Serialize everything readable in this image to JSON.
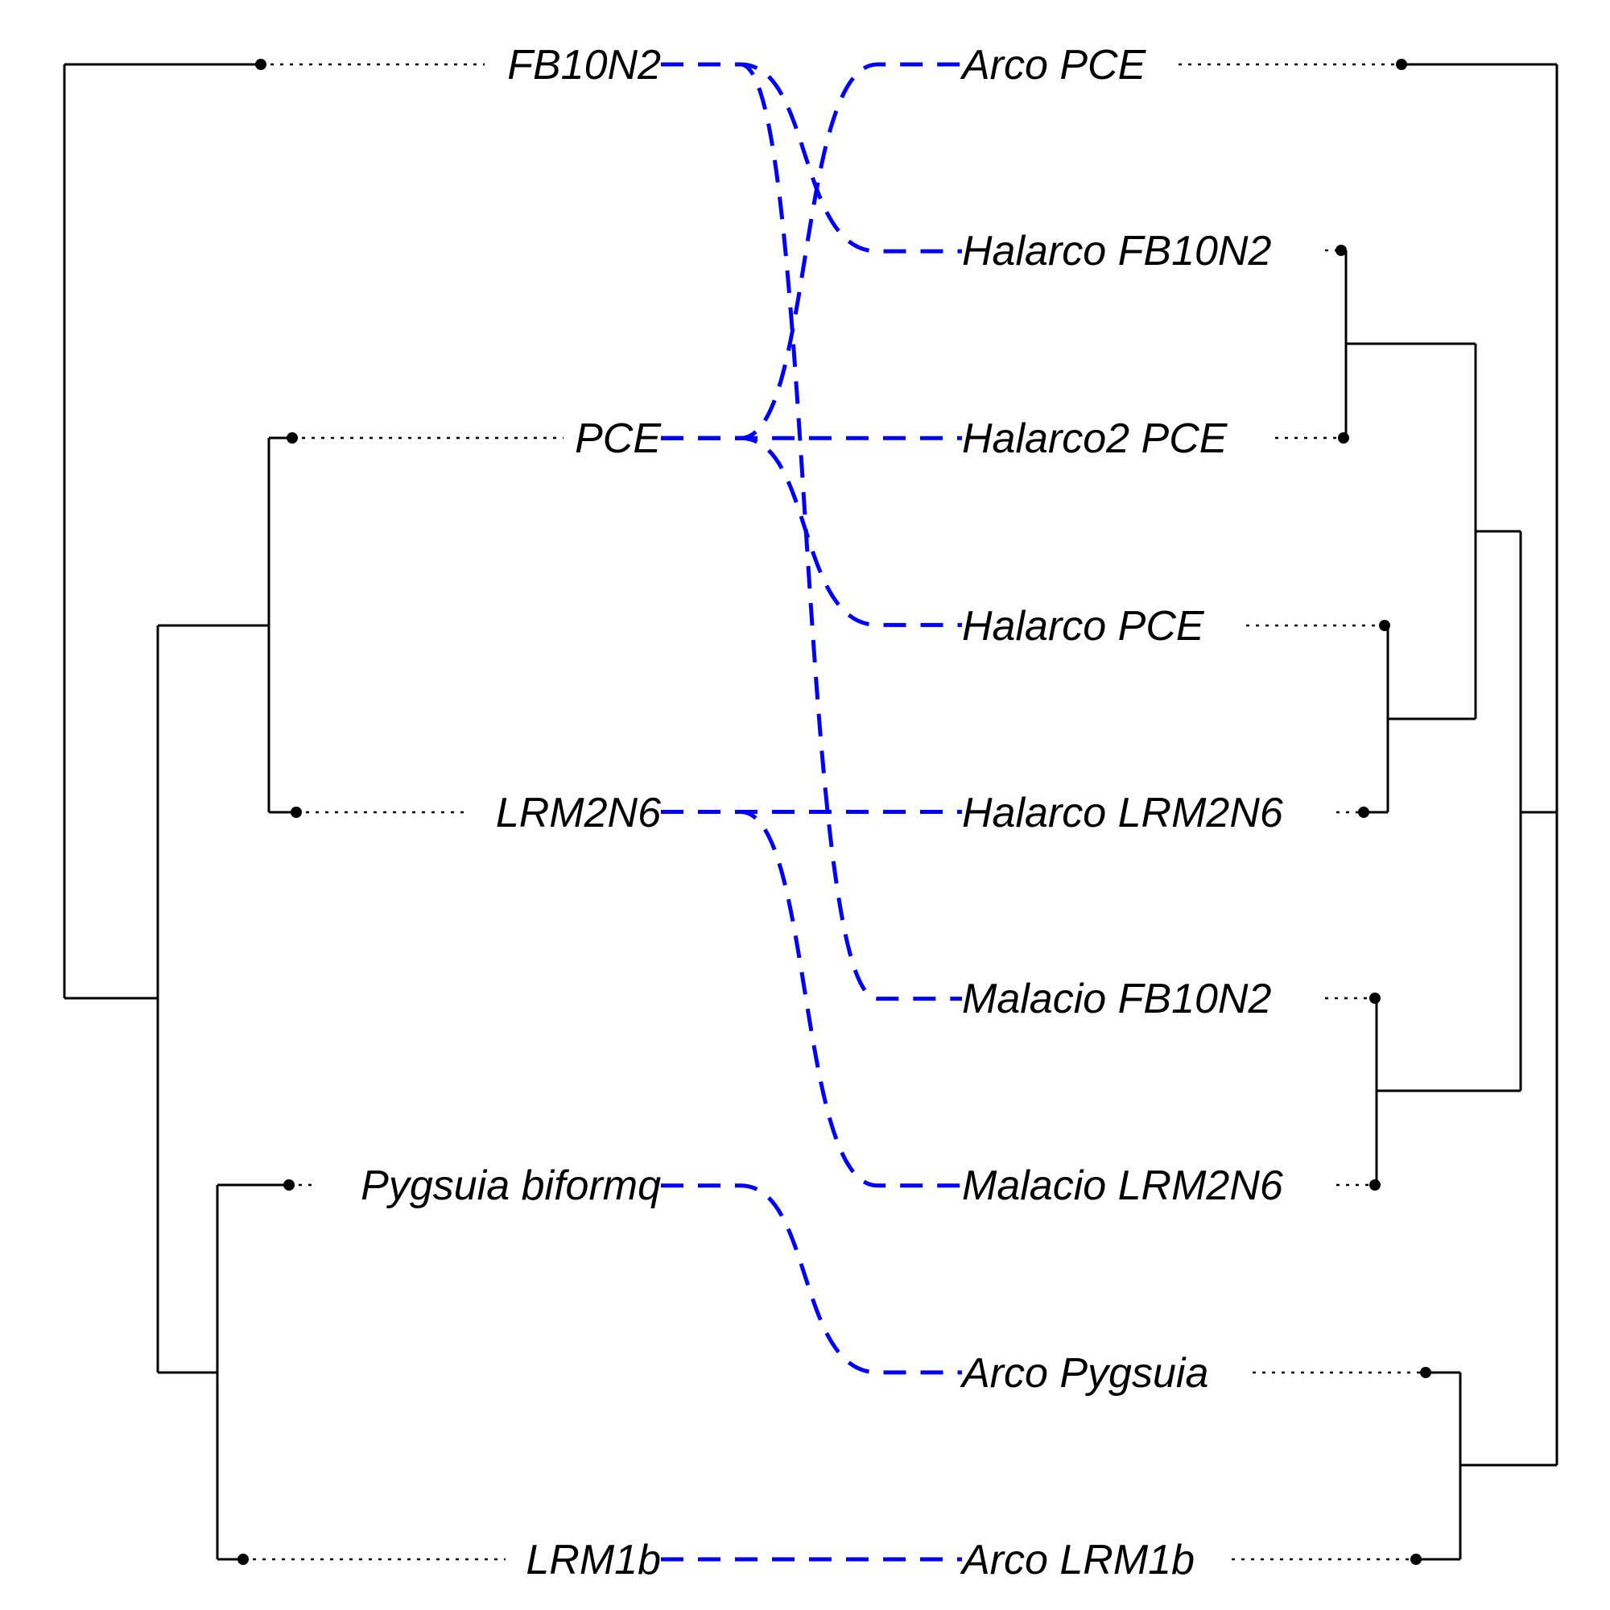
{
  "left_tree": {
    "tips": [
      {
        "id": "FB10N2",
        "label": "FB10N2"
      },
      {
        "id": "PCE",
        "label": "PCE"
      },
      {
        "id": "LRM2N6",
        "label": "LRM2N6"
      },
      {
        "id": "Pygsuia",
        "label": "Pygsuia biformq"
      },
      {
        "id": "LRM1b",
        "label": "LRM1b"
      }
    ]
  },
  "right_tree": {
    "tips": [
      {
        "id": "ArcoPCE",
        "label": "Arco PCE"
      },
      {
        "id": "HalarcoFB10N2",
        "label": "Halarco FB10N2"
      },
      {
        "id": "Halarco2PCE",
        "label": "Halarco2 PCE"
      },
      {
        "id": "HalarcoPCE",
        "label": "Halarco PCE"
      },
      {
        "id": "HalarcoLRM2N6",
        "label": "Halarco LRM2N6"
      },
      {
        "id": "MalacioFB10N2",
        "label": "Malacio FB10N2"
      },
      {
        "id": "MalacioLRM2N6",
        "label": "Malacio LRM2N6"
      },
      {
        "id": "ArcoPygsuia",
        "label": "Arco Pygsuia"
      },
      {
        "id": "ArcoLRM1b",
        "label": "Arco LRM1b"
      }
    ]
  },
  "associations": [
    {
      "from": "FB10N2",
      "to": "HalarcoFB10N2"
    },
    {
      "from": "FB10N2",
      "to": "MalacioFB10N2"
    },
    {
      "from": "PCE",
      "to": "ArcoPCE"
    },
    {
      "from": "PCE",
      "to": "Halarco2PCE"
    },
    {
      "from": "PCE",
      "to": "HalarcoPCE"
    },
    {
      "from": "LRM2N6",
      "to": "HalarcoLRM2N6"
    },
    {
      "from": "LRM2N6",
      "to": "MalacioLRM2N6"
    },
    {
      "from": "Pygsuia",
      "to": "ArcoPygsuia"
    },
    {
      "from": "LRM1b",
      "to": "ArcoLRM1b"
    }
  ],
  "colors": {
    "association": "#0000ff",
    "tree": "#000000",
    "background": "#ffffff"
  }
}
